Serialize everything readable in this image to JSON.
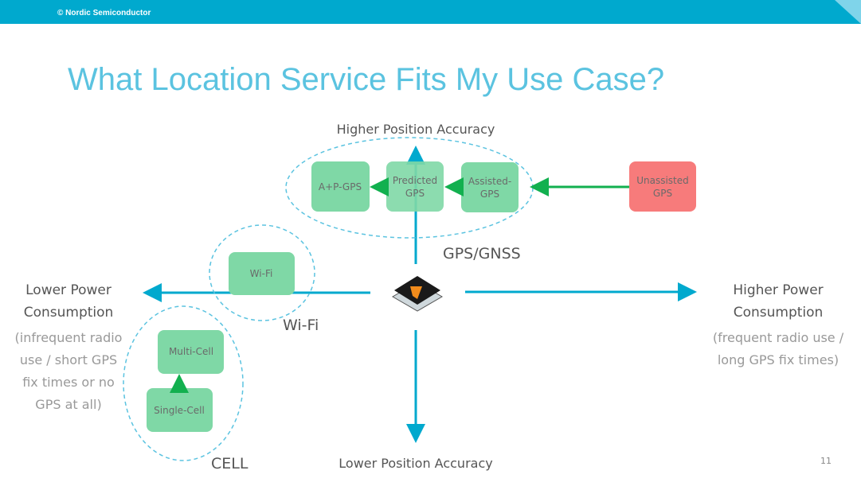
{
  "header": {
    "copyright": "© Nordic Semiconductor"
  },
  "title": "What Location Service Fits My Use Case?",
  "axes": {
    "top": "Higher Position Accuracy",
    "bottom": "Lower Position Accuracy",
    "left": {
      "line1": "Lower Power",
      "line2": "Consumption",
      "note": [
        "(infrequent radio",
        "use / short GPS",
        "fix times or no",
        "GPS at all)"
      ]
    },
    "right": {
      "line1": "Higher Power",
      "line2": "Consumption",
      "note": [
        "(frequent radio use /",
        "long GPS fix times)"
      ]
    }
  },
  "groups": {
    "gps": "GPS/GNSS",
    "wifi": "Wi-Fi",
    "cell": "CELL"
  },
  "boxes": {
    "apgps": "A+P-GPS",
    "predicted": [
      "Predicted",
      "GPS"
    ],
    "assisted": [
      "Assisted-",
      "GPS"
    ],
    "unassisted": [
      "Unassisted",
      "GPS"
    ],
    "wifi": "Wi-Fi",
    "multicell": "Multi-Cell",
    "singlecell": "Single-Cell"
  },
  "colors": {
    "brand": "#00a9ce",
    "title": "#5bc3e0",
    "box_green": "#7fd8a6",
    "box_red": "#f77b7b",
    "arrow_green": "#12b04f"
  },
  "page_number": "11"
}
